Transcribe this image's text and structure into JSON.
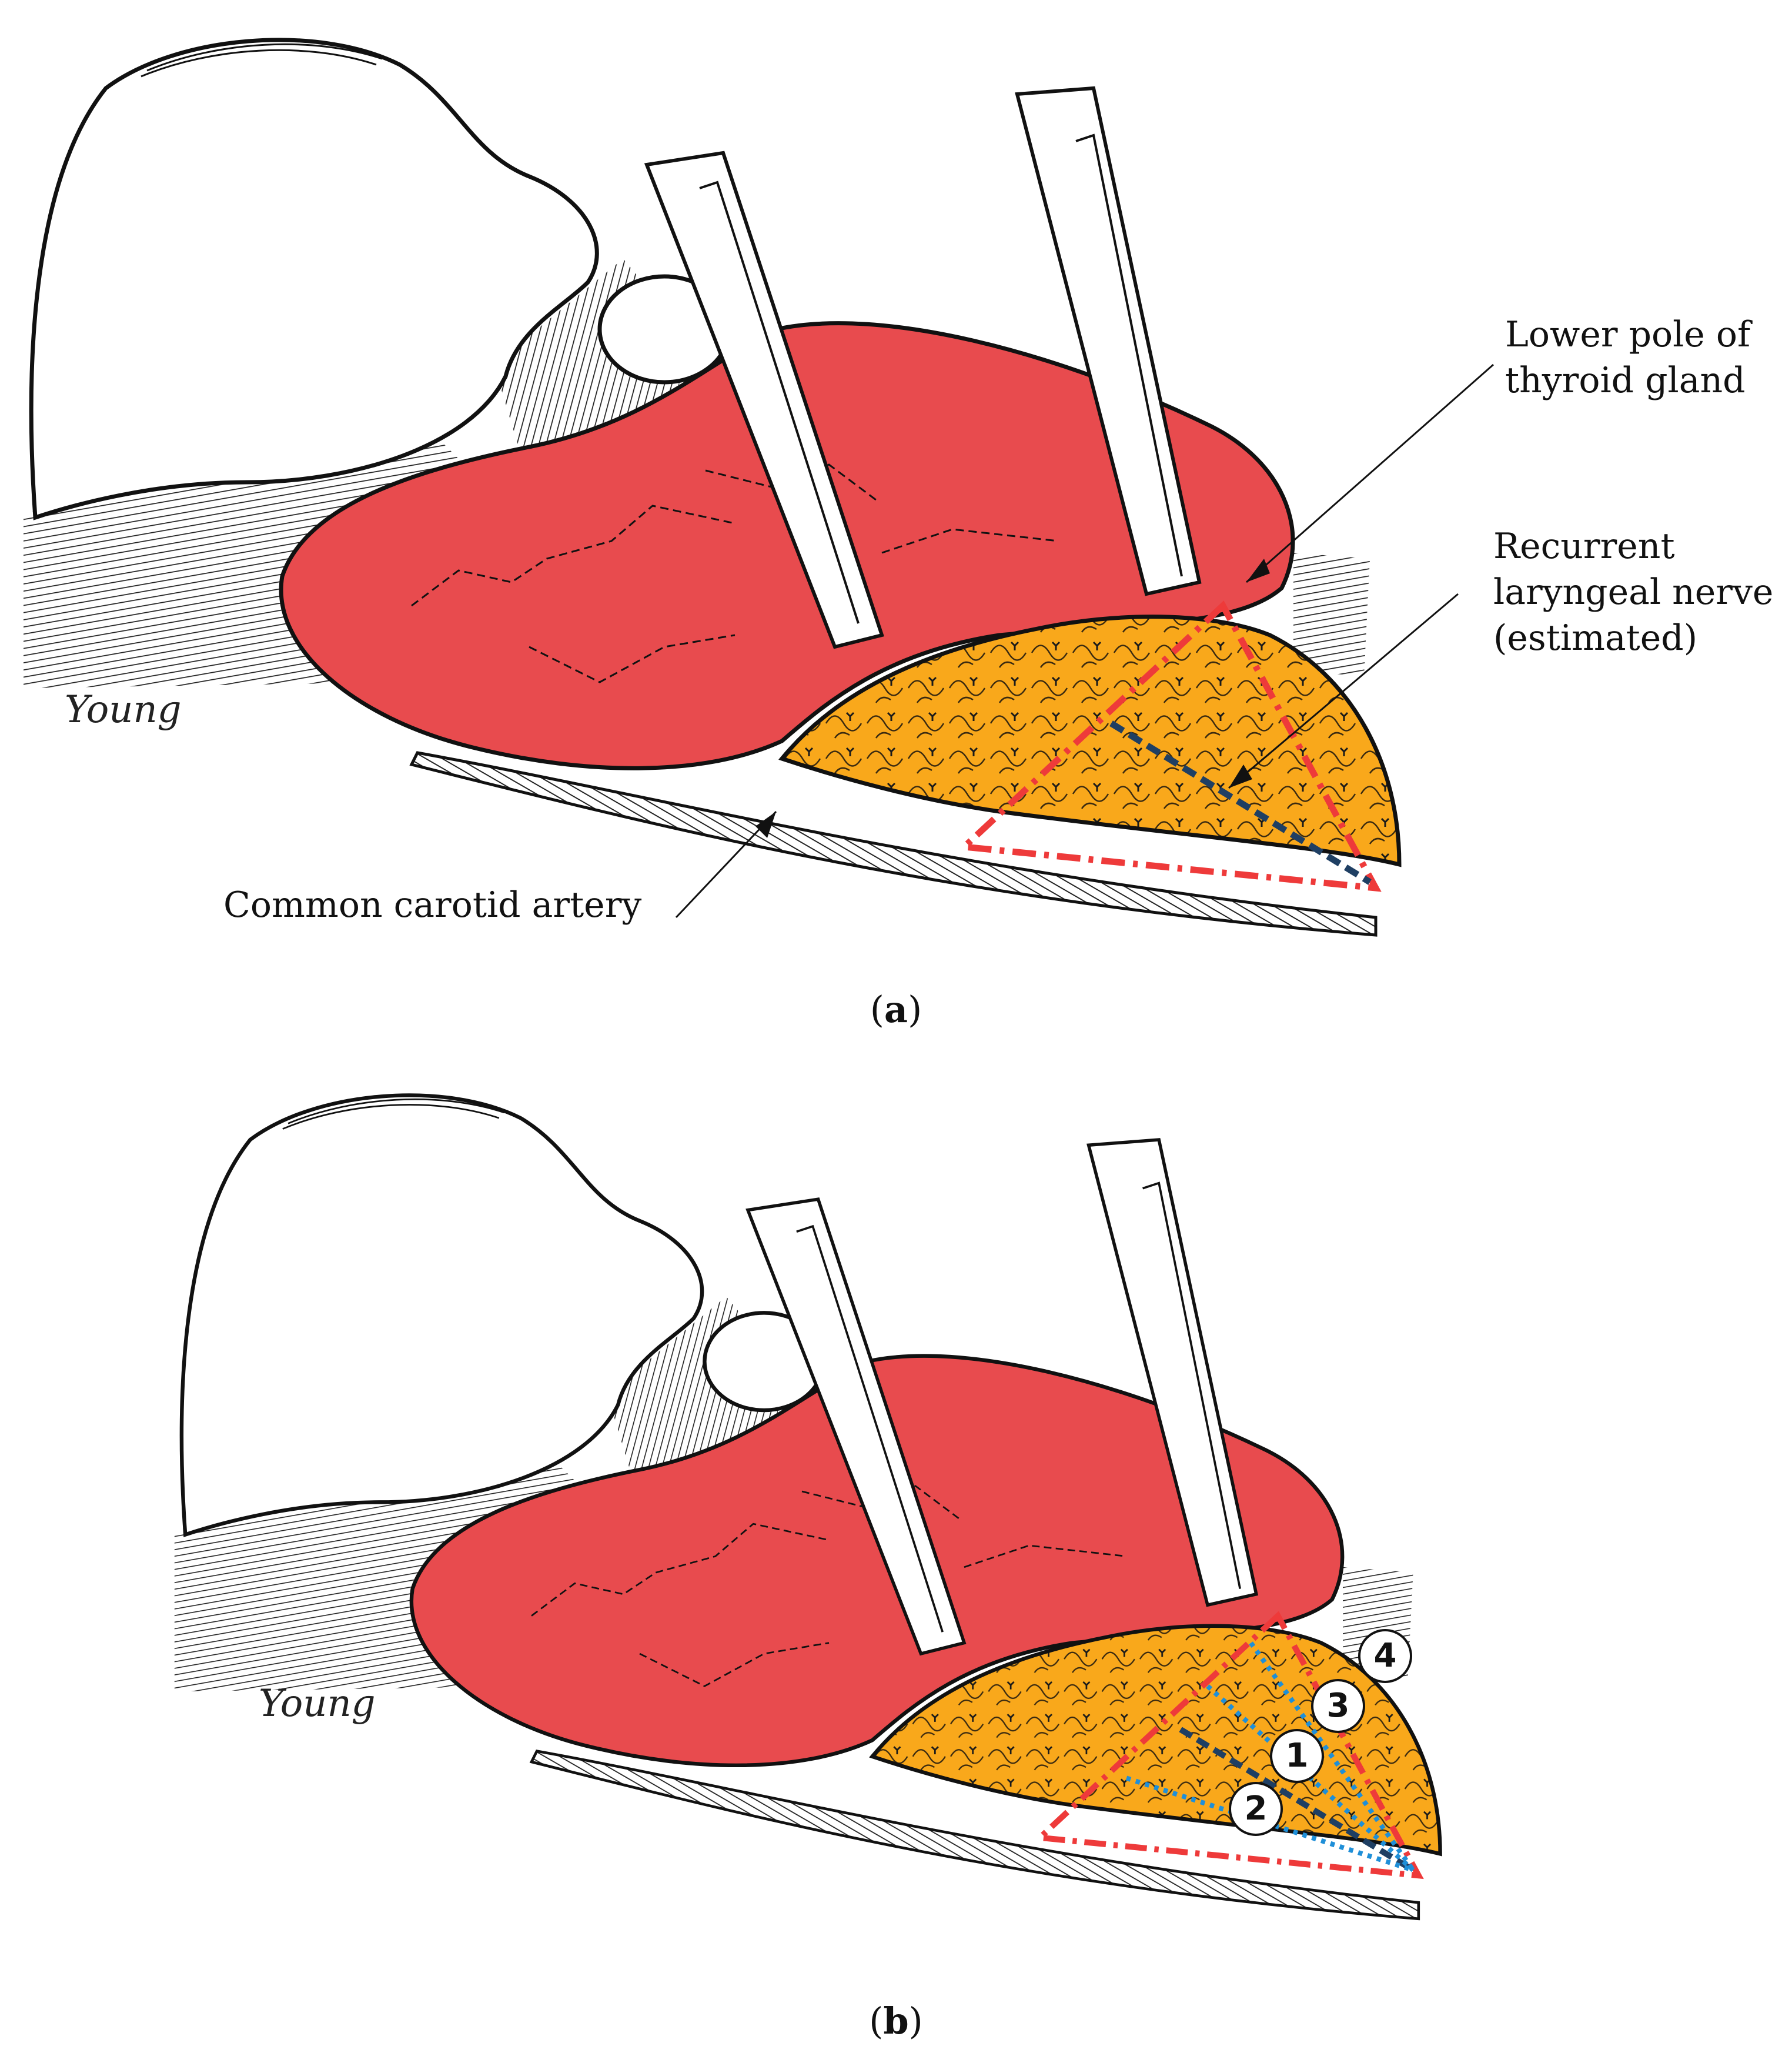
{
  "figure_a": {
    "labels": {
      "lower_pole": "Lower pole of\nthyroid gland",
      "recurrent_nerve": "Recurrent\nlaryngeal nerve\n(estimated)",
      "carotid": "Common carotid artery"
    },
    "signature": "Young",
    "caption_letter": "a"
  },
  "figure_b": {
    "signature": "Young",
    "caption_letter": "b",
    "numbers": [
      "1",
      "2",
      "3",
      "4"
    ]
  },
  "colors": {
    "thyroid": "#e84b4e",
    "fat_tissue": "#f9a81b",
    "triangle": "#ee3a3a",
    "nerve_estimated": "#1f3f63",
    "nerve_variants": "#1f8fd8"
  }
}
